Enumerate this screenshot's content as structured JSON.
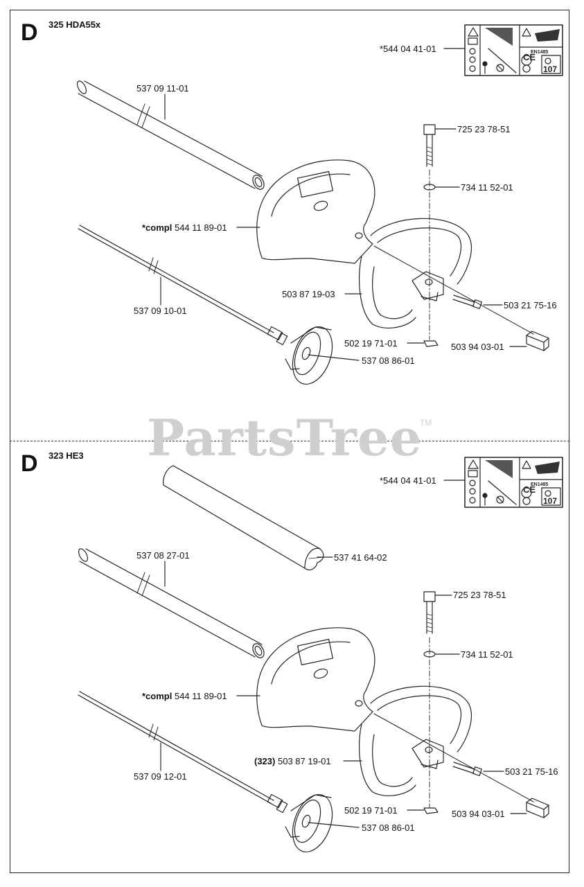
{
  "watermark": {
    "text": "PartsTree",
    "tm": "TM"
  },
  "sections": [
    {
      "letter": "D",
      "model": "325 HDA55x",
      "parts": {
        "decal": "*544 04 41-01",
        "tube": "537 09 11-01",
        "bolt": "725 23 78-51",
        "washer": "734 11 52-01",
        "guard_prefix": "*compl",
        "guard": "544 11 89-01",
        "handle": "503 87 19-03",
        "shaft": "537 09 10-01",
        "screw": "503 21 75-16",
        "nut": "502 19 71-01",
        "throttle": "503 94 03-01",
        "coupling": "537 08 86-01"
      }
    },
    {
      "letter": "D",
      "model": "323 HE3",
      "parts": {
        "decal": "*544 04 41-01",
        "sleeve": "537 41 64-02",
        "tube": "537 08 27-01",
        "bolt": "725 23 78-51",
        "washer": "734 11 52-01",
        "guard_prefix": "*compl",
        "guard": "544 11 89-01",
        "handle_prefix": "(323)",
        "handle": "503 87 19-01",
        "shaft": "537 09 12-01",
        "screw": "503 21 75-16",
        "nut": "502 19 71-01",
        "throttle": "503 94 03-01",
        "coupling": "537 08 86-01"
      }
    }
  ],
  "decal_label": {
    "ce": "CE",
    "standard": "EN1485",
    "noise": "107"
  }
}
